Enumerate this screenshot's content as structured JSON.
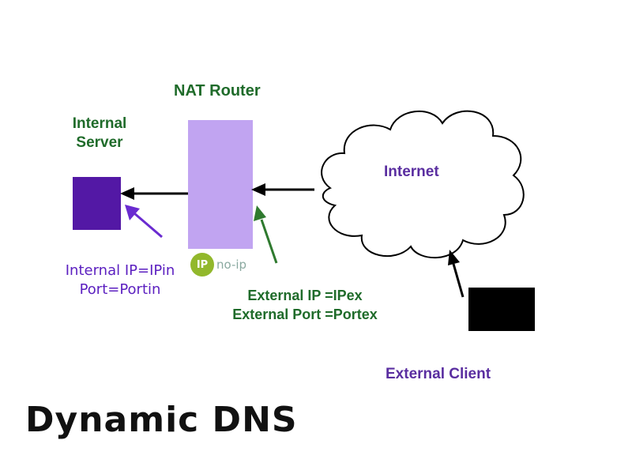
{
  "nodes": {
    "router": {
      "label": "NAT Router"
    },
    "server": {
      "label": "Internal Server"
    },
    "internet": {
      "label": "Internet"
    },
    "client": {
      "label": "External Client"
    }
  },
  "annotations": {
    "internal": {
      "ip": "Internal IP=IPin",
      "port": "Port=Portin"
    },
    "external": {
      "ip": "External IP =IPex",
      "port": "External Port =Portex"
    }
  },
  "logo": {
    "badge": "IP",
    "word": "no-ip"
  },
  "title": "Dynamic DNS",
  "colors": {
    "green_text": "#1f6b2a",
    "purple_text": "#5a2ea0",
    "server_box": "#5318a5",
    "router_box": "#c1a4f1",
    "client_box": "#000000",
    "arrow_black": "#000000",
    "arrow_purple": "#6a2bd0",
    "arrow_green": "#2f7a2f"
  }
}
